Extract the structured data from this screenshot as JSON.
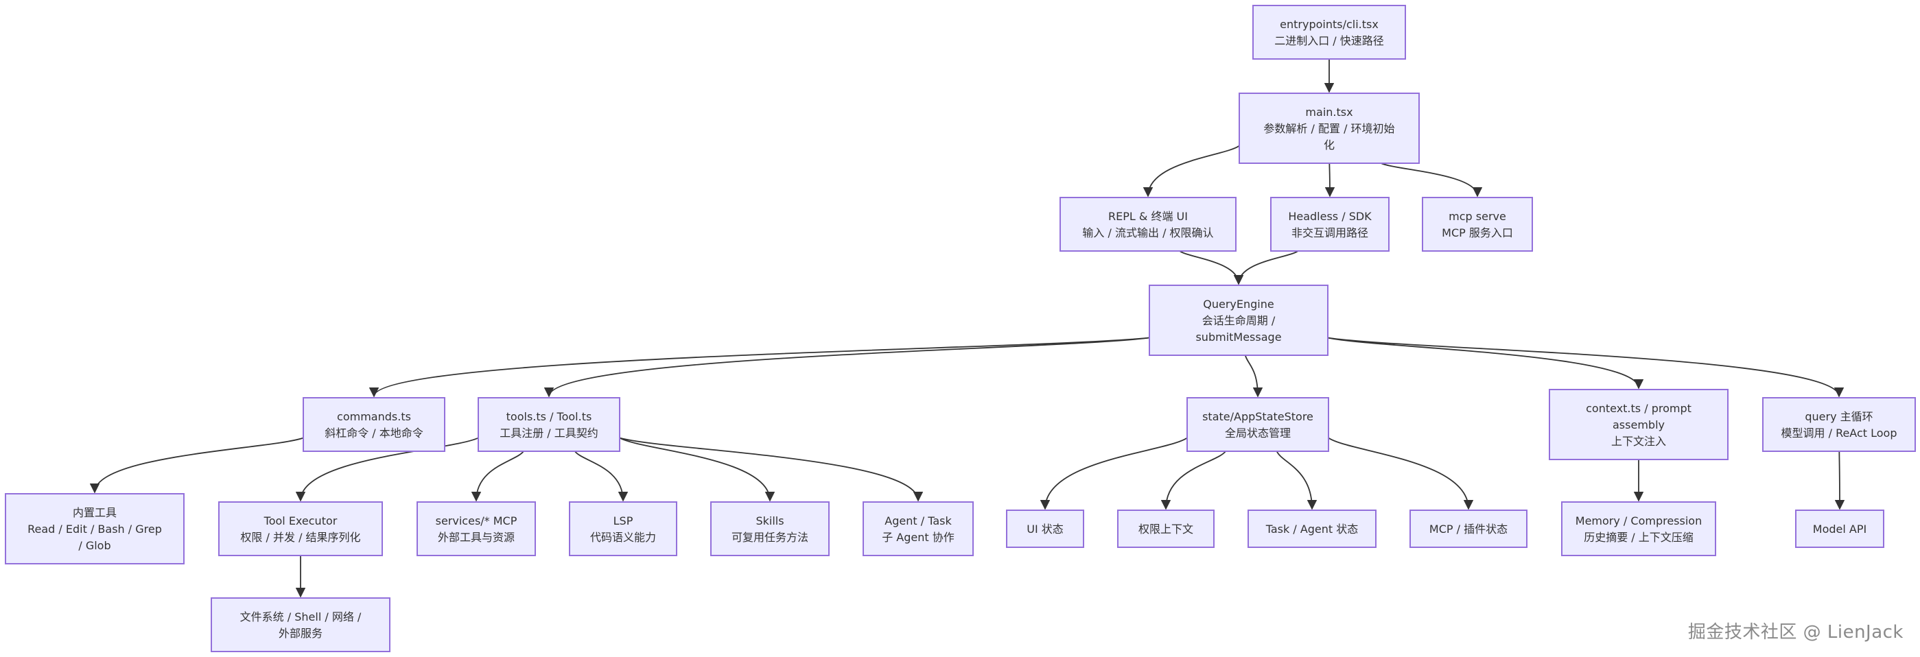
{
  "nodes": {
    "cli": {
      "lines": [
        "entrypoints/cli.tsx",
        "二进制入口 / 快速路径"
      ]
    },
    "main": {
      "lines": [
        "main.tsx",
        "参数解析 / 配置 / 环境初始",
        "化"
      ]
    },
    "repl": {
      "lines": [
        "REPL & 终端 UI",
        "输入 / 流式输出 / 权限确认"
      ]
    },
    "headless": {
      "lines": [
        "Headless / SDK",
        "非交互调用路径"
      ]
    },
    "mcpserve": {
      "lines": [
        "mcp serve",
        "MCP 服务入口"
      ]
    },
    "query": {
      "lines": [
        "QueryEngine",
        "会话生命周期 /",
        "submitMessage"
      ]
    },
    "commands": {
      "lines": [
        "commands.ts",
        "斜杠命令 / 本地命令"
      ]
    },
    "tools": {
      "lines": [
        "tools.ts / Tool.ts",
        "工具注册 / 工具契约"
      ]
    },
    "state": {
      "lines": [
        "state/AppStateStore",
        "全局状态管理"
      ]
    },
    "context": {
      "lines": [
        "context.ts / prompt",
        "assembly",
        "上下文注入"
      ]
    },
    "loop": {
      "lines": [
        "query 主循环",
        "模型调用 / ReAct Loop"
      ]
    },
    "builtin": {
      "lines": [
        "内置工具",
        "Read / Edit / Bash / Grep",
        "/ Glob"
      ]
    },
    "executor": {
      "lines": [
        "Tool Executor",
        "权限 / 并发 / 结果序列化"
      ]
    },
    "services": {
      "lines": [
        "services/* MCP",
        "外部工具与资源"
      ]
    },
    "lsp": {
      "lines": [
        "LSP",
        "代码语义能力"
      ]
    },
    "skills": {
      "lines": [
        "Skills",
        "可复用任务方法"
      ]
    },
    "agent": {
      "lines": [
        "Agent / Task",
        "子 Agent 协作"
      ]
    },
    "uistate": {
      "lines": [
        "UI 状态"
      ]
    },
    "perm": {
      "lines": [
        "权限上下文"
      ]
    },
    "taskstate": {
      "lines": [
        "Task / Agent 状态"
      ]
    },
    "mcpstate": {
      "lines": [
        "MCP / 插件状态"
      ]
    },
    "memory": {
      "lines": [
        "Memory / Compression",
        "历史摘要 / 上下文压缩"
      ]
    },
    "modelapi": {
      "lines": [
        "Model API"
      ]
    },
    "fs": {
      "lines": [
        "文件系统 / Shell / 网络 /",
        "外部服务"
      ]
    }
  },
  "edges": [
    [
      "cli",
      "main"
    ],
    [
      "main",
      "repl"
    ],
    [
      "main",
      "headless"
    ],
    [
      "main",
      "mcpserve"
    ],
    [
      "repl",
      "query"
    ],
    [
      "headless",
      "query"
    ],
    [
      "query",
      "commands"
    ],
    [
      "query",
      "tools"
    ],
    [
      "query",
      "state"
    ],
    [
      "query",
      "context"
    ],
    [
      "query",
      "loop"
    ],
    [
      "commands",
      "builtin"
    ],
    [
      "tools",
      "executor"
    ],
    [
      "tools",
      "services"
    ],
    [
      "tools",
      "lsp"
    ],
    [
      "tools",
      "skills"
    ],
    [
      "tools",
      "agent"
    ],
    [
      "executor",
      "fs"
    ],
    [
      "state",
      "uistate"
    ],
    [
      "state",
      "perm"
    ],
    [
      "state",
      "taskstate"
    ],
    [
      "state",
      "mcpstate"
    ],
    [
      "context",
      "memory"
    ],
    [
      "loop",
      "modelapi"
    ]
  ],
  "watermark": "掘金技术社区 @ LienJack"
}
